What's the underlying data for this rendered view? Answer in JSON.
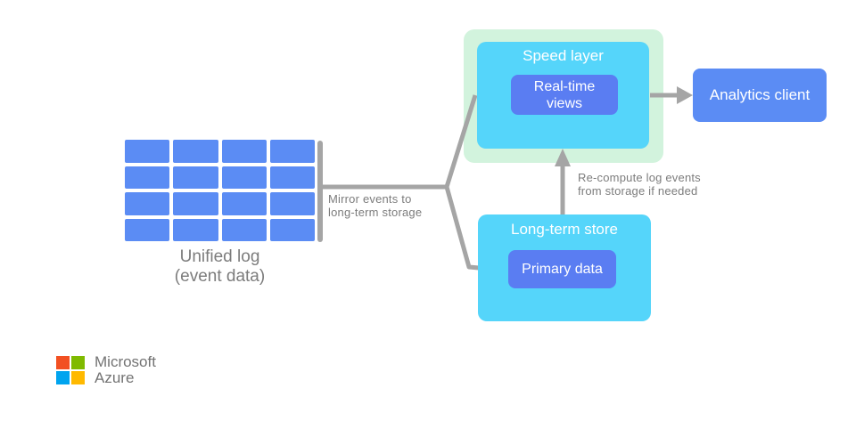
{
  "colors": {
    "box_blue": "#5b8cf4",
    "inner_blue": "#5a7df2",
    "cyan": "#55d5fa",
    "mint": "#d2f3dd",
    "line_gray": "#a5a5a5",
    "text_gray": "#7c7c7c",
    "ms_red": "#f25022",
    "ms_green": "#7fba00",
    "ms_blue": "#00a4ef",
    "ms_yellow": "#ffb900",
    "logo_text": "#737373"
  },
  "diagram": {
    "unified_log": {
      "grid_rows": 4,
      "grid_cols": 4,
      "caption_line1": "Unified log",
      "caption_line2": "(event data)"
    },
    "mirror_note": {
      "line1": "Mirror events to",
      "line2": "long-term storage"
    },
    "speed_layer": {
      "title": "Speed layer",
      "realtime_views_line1": "Real-time",
      "realtime_views_line2": "views"
    },
    "analytics_client": {
      "label": "Analytics client"
    },
    "long_term_store": {
      "title": "Long-term store",
      "primary_data_label": "Primary data"
    },
    "recompute_note": {
      "line1": "Re-compute log events",
      "line2": "from storage if needed"
    }
  },
  "footer": {
    "brand_line1": "Microsoft",
    "brand_line2": "Azure"
  }
}
